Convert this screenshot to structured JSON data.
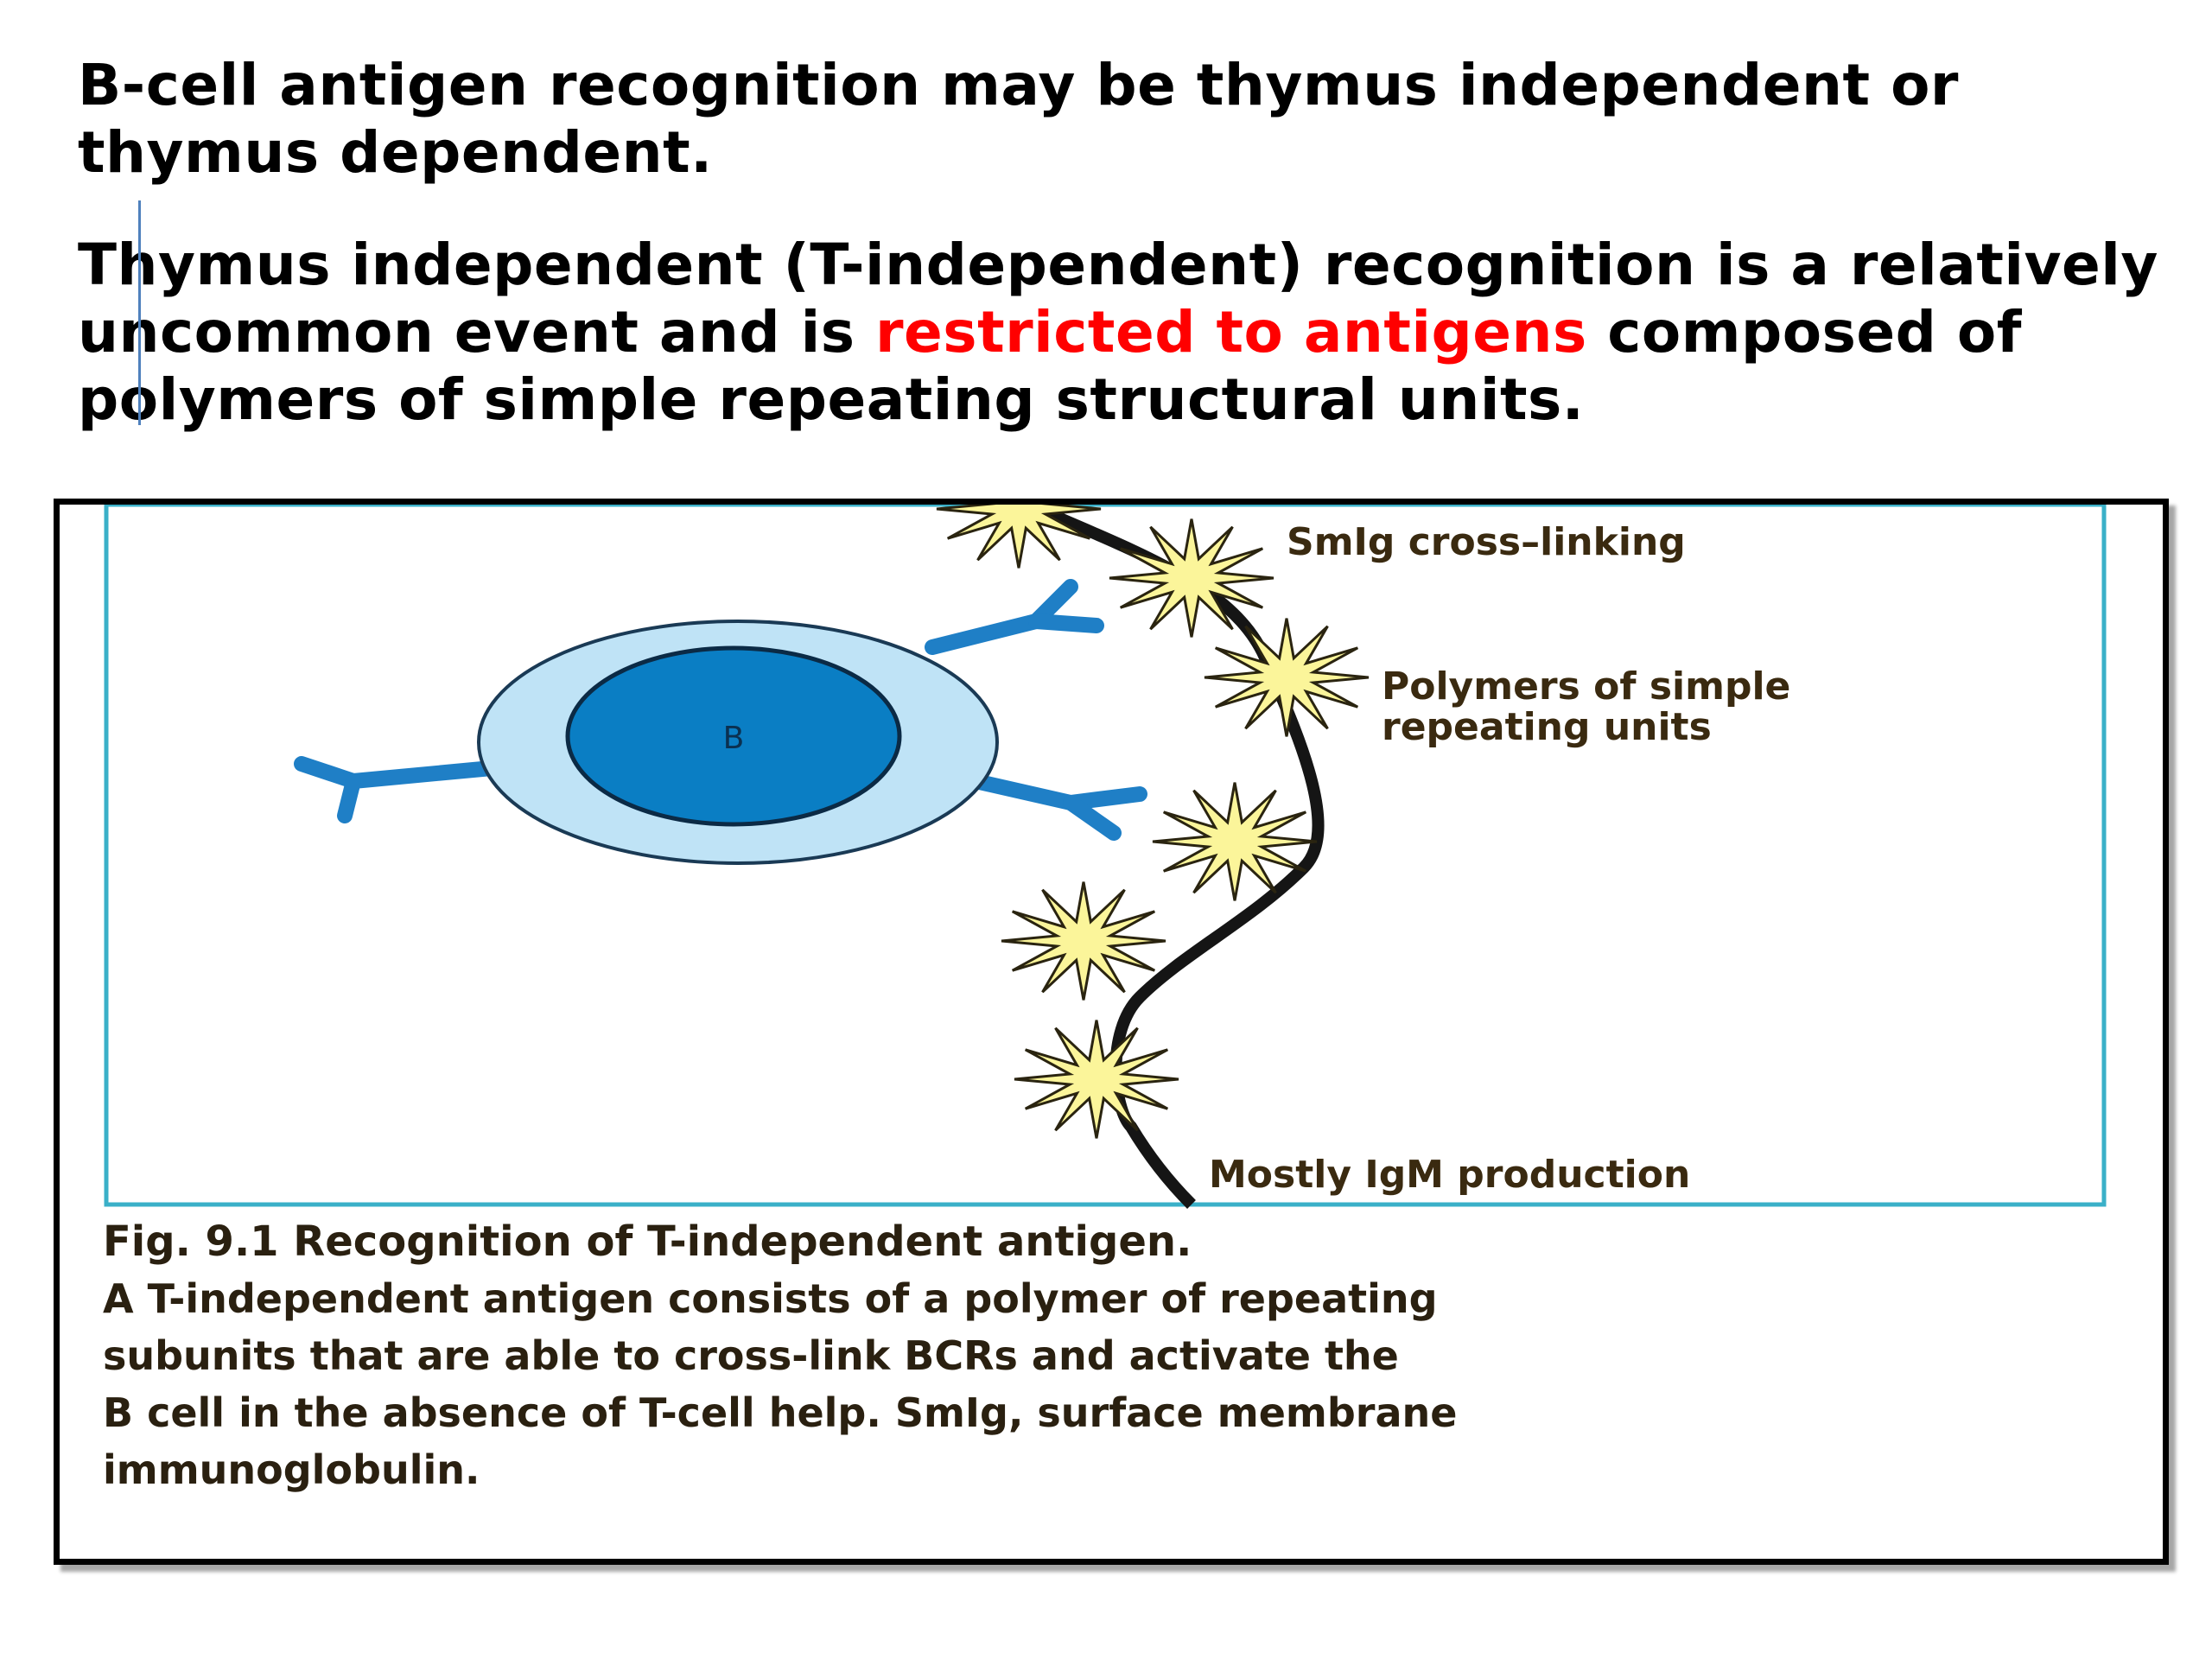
{
  "slide": {
    "para1": {
      "part1": "B-cell antigen recognition may be ",
      "part2": "thymus independent or thymus dependent."
    },
    "para2": {
      "part1": "Thymus independent (T-independent) recognition is a relatively uncommon event and is ",
      "highlight": "restricted to antigens",
      "part2": " composed of polymers of simple repeating structural units."
    },
    "highlight_color": "#ff0000"
  },
  "figure": {
    "cell_label": "B",
    "labels": {
      "crosslink": "SmIg cross–linking",
      "polymers_line1": "Polymers of simple",
      "polymers_line2": "repeating units",
      "igm": "Mostly IgM production"
    },
    "caption": {
      "title": "Fig. 9.1 Recognition of T-independent antigen.",
      "lines": [
        "A T-independent antigen consists of a polymer of repeating",
        "subunits that are able to cross-link BCRs and activate the",
        "B cell in the absence of T-cell help. SmIg, surface membrane",
        "immunoglobulin."
      ]
    },
    "colors": {
      "frame": "#3ab0c8",
      "cell_outer": "#bfe3f6",
      "cell_nucleus": "#0a7ec4",
      "receptor": "#1f7fc6",
      "antigen": "#fbf59a"
    }
  }
}
